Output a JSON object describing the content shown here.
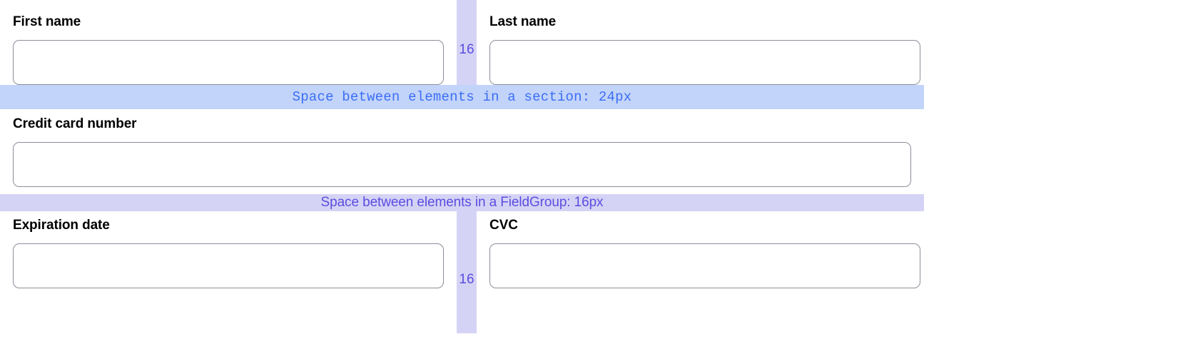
{
  "form": {
    "rows": [
      {
        "type": "two-column",
        "gap_label": "16",
        "fields": [
          {
            "label": "First name",
            "value": "",
            "placeholder": ""
          },
          {
            "label": "Last name",
            "value": "",
            "placeholder": ""
          }
        ]
      },
      {
        "type": "band",
        "variant": "section",
        "label": "Space between elements in a section: 24px"
      },
      {
        "type": "one-column",
        "fields": [
          {
            "label": "Credit card number",
            "value": "",
            "placeholder": ""
          }
        ]
      },
      {
        "type": "band",
        "variant": "fieldgroup",
        "label": "Space between elements in a FieldGroup: 16px"
      },
      {
        "type": "two-column",
        "gap_label": "16",
        "fields": [
          {
            "label": "Expiration date",
            "value": "",
            "placeholder": ""
          },
          {
            "label": "CVC",
            "value": "",
            "placeholder": ""
          }
        ]
      }
    ]
  },
  "colors": {
    "section_band_bg": "#c3d4fa",
    "section_band_text": "#3b6ef5",
    "fieldgroup_band_bg": "#d5d3f5",
    "fieldgroup_band_text": "#5b4de0",
    "input_border": "#8a8e99",
    "label_text": "#000000"
  }
}
